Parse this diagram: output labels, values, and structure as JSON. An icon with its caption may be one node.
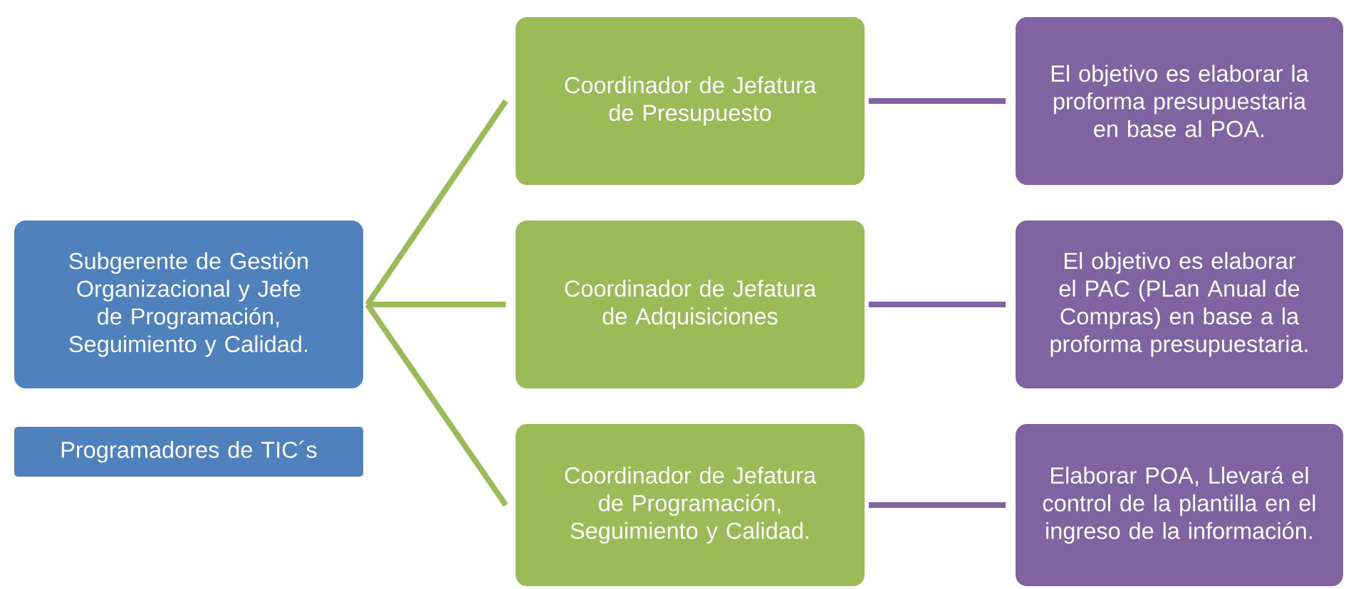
{
  "diagram": {
    "nodes": [
      {
        "text": [
          "Subgerente de Gestión Organizacional y Jefe de Programación, Seguimiento y Calidad."
        ]
      },
      {
        "text": [
          "Programadores de TIC´s"
        ]
      },
      {
        "text": [
          "Coordinador de Jefatura de Presupuesto"
        ]
      },
      {
        "text": [
          "Coordinador de Jefatura de Adquisiciones"
        ]
      },
      {
        "text": [
          "Coordinador de Jefatura de Programación, Seguimiento y Calidad."
        ]
      },
      {
        "text": [
          "El objetivo es elaborar la proforma presupuestaria en base al POA."
        ]
      },
      {
        "text": [
          "El objetivo es elaborar el PAC (PLan Anual de Compras) en base a la proforma presupuestaria."
        ]
      },
      {
        "text": [
          "Elaborar POA, Llevará el control de la plantilla en el ingreso de la información."
        ]
      }
    ],
    "edges": [
      {
        "from": 0,
        "to": 2,
        "arrow": "none",
        "color": "#9bbb59"
      },
      {
        "from": 0,
        "to": 3,
        "arrow": "none",
        "color": "#9bbb59"
      },
      {
        "from": 0,
        "to": 4,
        "arrow": "none",
        "color": "#9bbb59"
      },
      {
        "from": 2,
        "to": 5,
        "arrow": "none",
        "color": "#8064a2"
      },
      {
        "from": 3,
        "to": 6,
        "arrow": "none",
        "color": "#8064a2"
      },
      {
        "from": 4,
        "to": 7,
        "arrow": "none",
        "color": "#8064a2"
      }
    ]
  }
}
